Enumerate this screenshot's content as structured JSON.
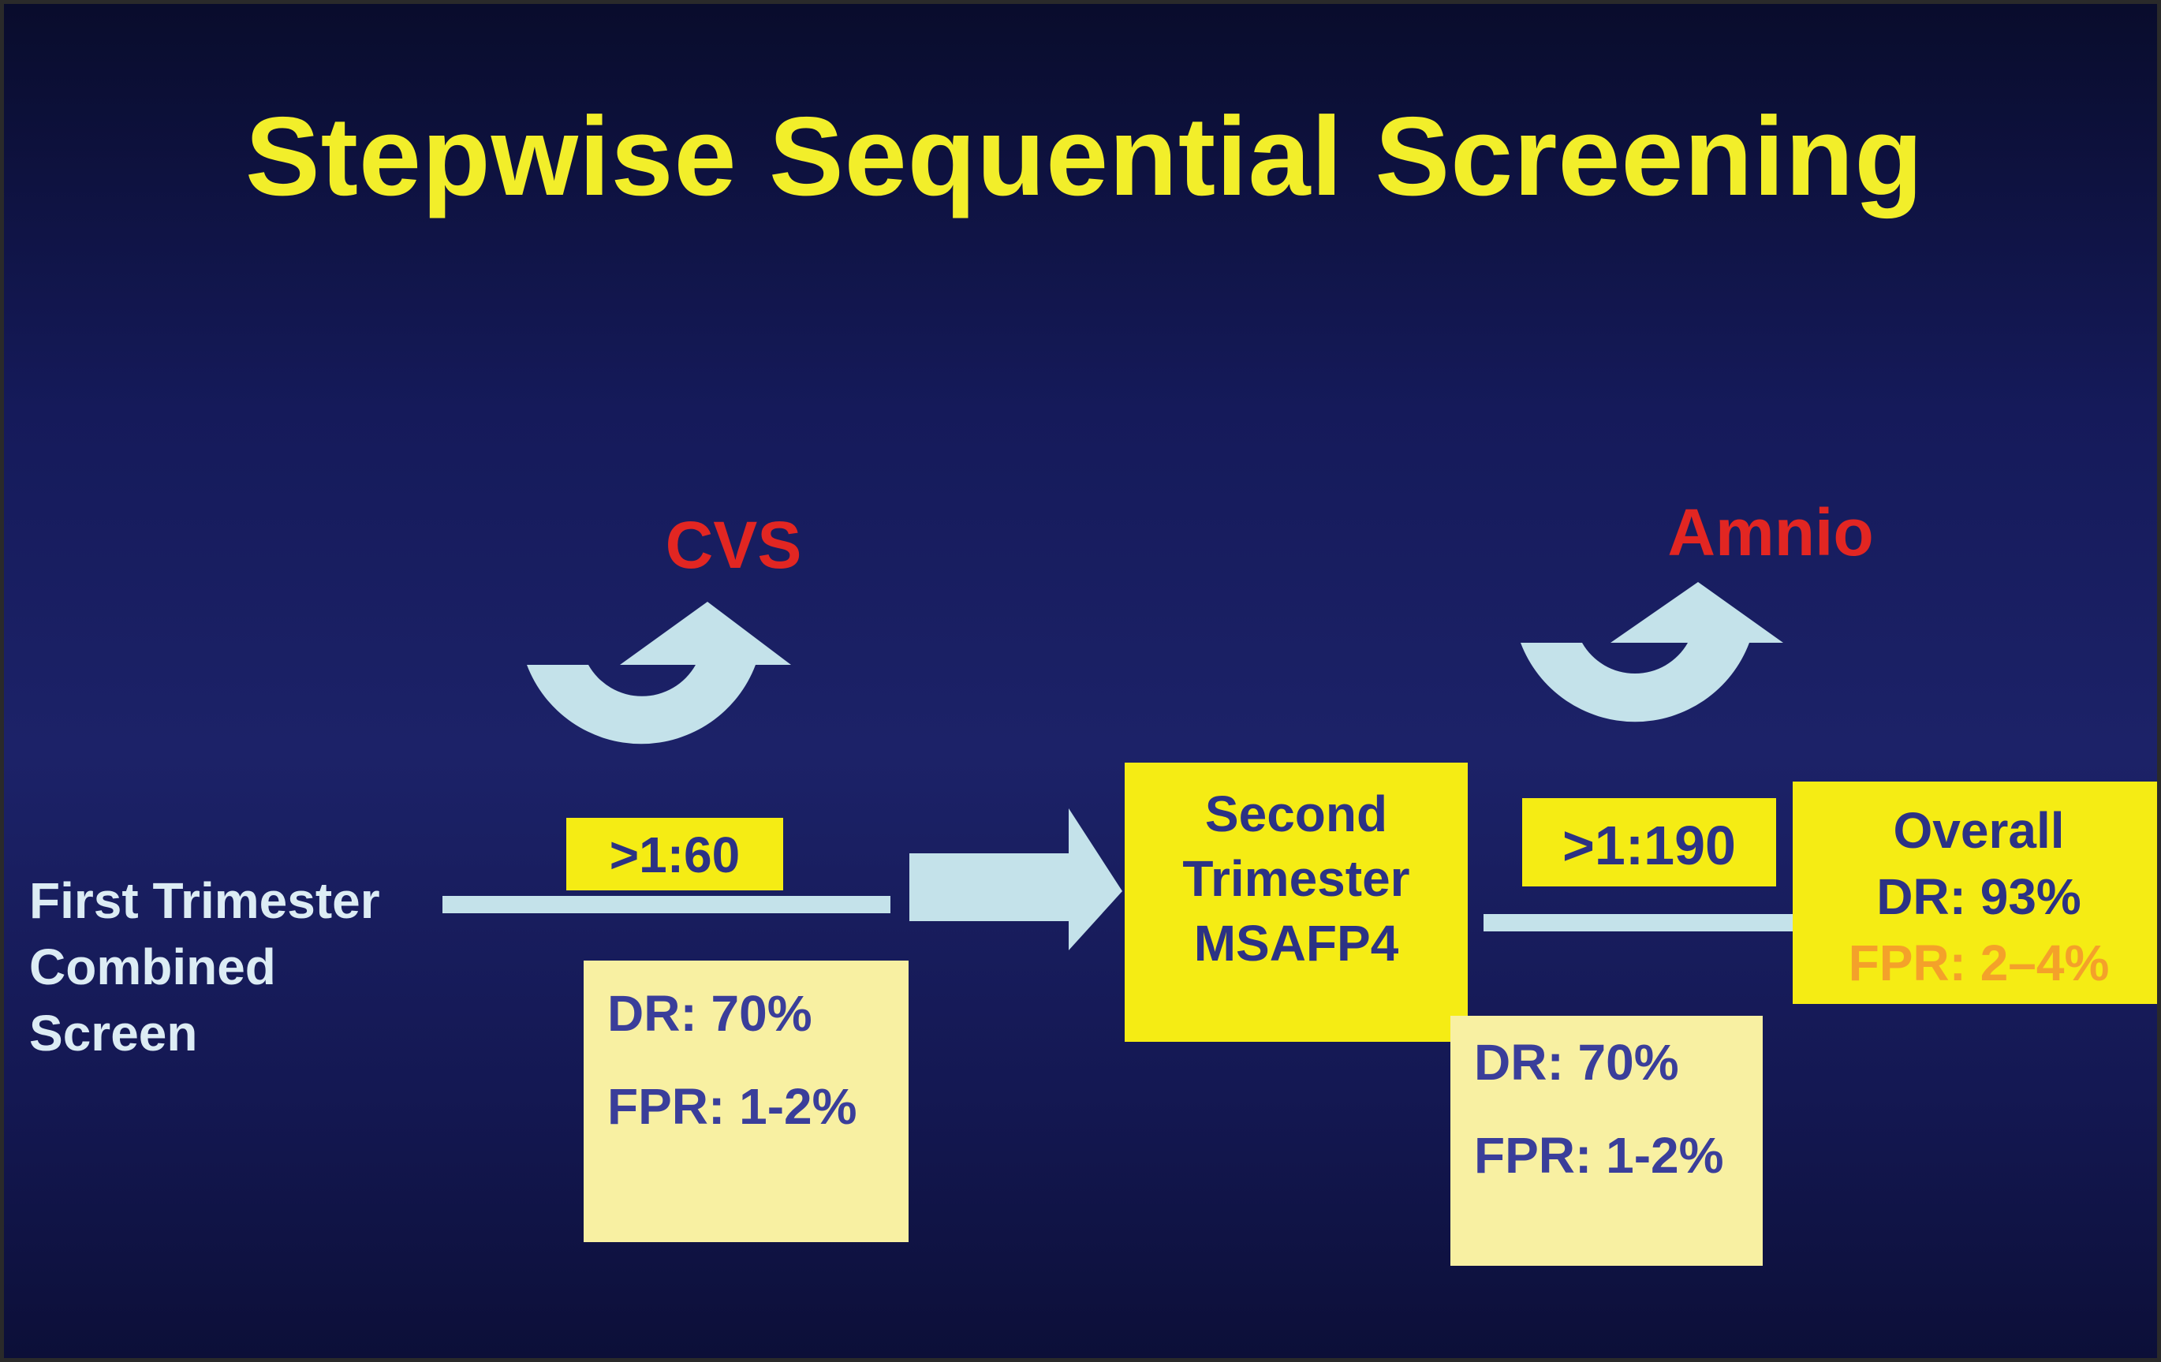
{
  "title": "Stepwise Sequential Screening",
  "first_stage": {
    "label_lines": [
      "First Trimester",
      "Combined",
      "Screen"
    ],
    "threshold": ">1:60",
    "procedure": "CVS",
    "stats": [
      "DR: 70%",
      "FPR: 1-2%"
    ]
  },
  "second_stage": {
    "label_lines": [
      "Second",
      "Trimester",
      "MSAFP4"
    ],
    "threshold": ">1:190",
    "procedure": "Amnio",
    "stats": [
      "DR: 70%",
      "FPR: 1-2%"
    ]
  },
  "overall": {
    "lines": [
      "Overall",
      "DR: 93%",
      "FPR: 2–4%"
    ]
  },
  "colors": {
    "title": "#f2ee2a",
    "procedure": "#e22622",
    "box_yellow": "#f5ec14",
    "box_pale": "#f8f0a2",
    "box_text": "#2c3284",
    "arrow": "#c4e2ea",
    "highlight_fpr": "#f4a12a"
  }
}
